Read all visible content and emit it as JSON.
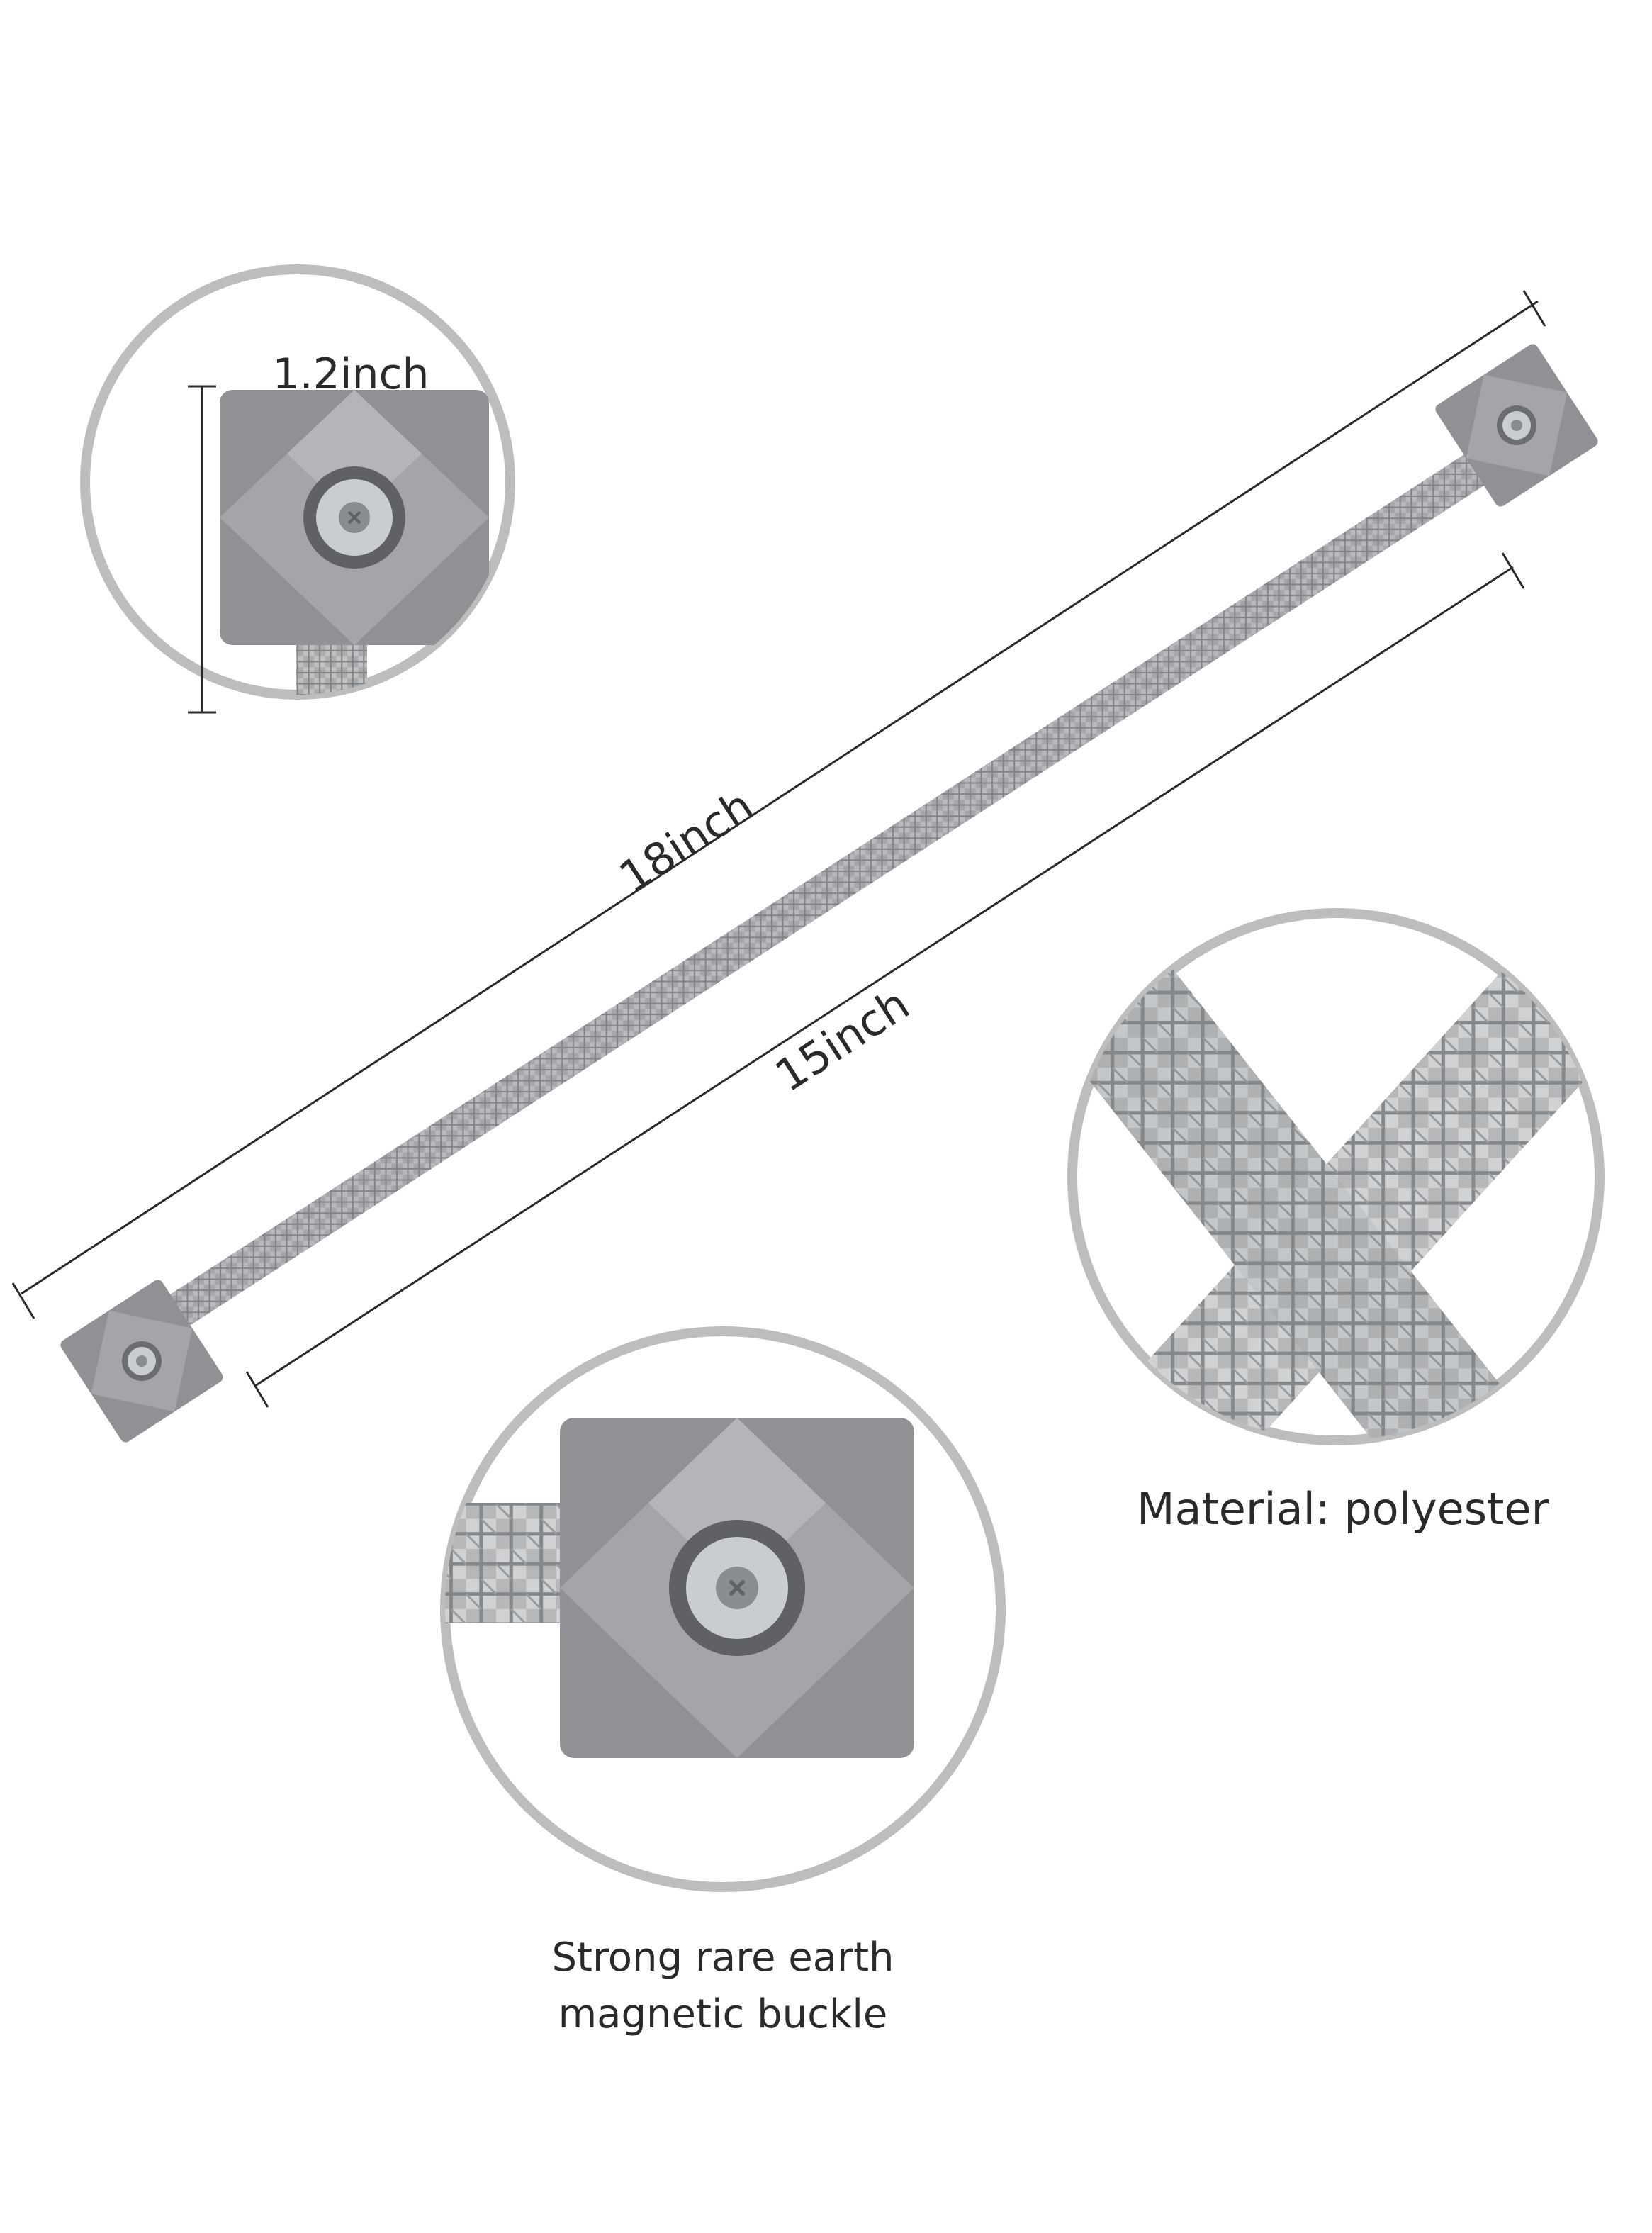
{
  "dimensions": {
    "height_label": "1.2inch",
    "total_length_label": "18inch",
    "rope_length_label": "15inch"
  },
  "captions": {
    "material": "Material: polyester",
    "buckle_line1": "Strong rare earth",
    "buckle_line2": "magnetic buckle"
  },
  "colors": {
    "background": "#ffffff",
    "circle_border": "#bdbdbd",
    "rope": "#a9abad",
    "rope_dark": "#7f8285",
    "magnet": "#8f9194",
    "magnet_light": "#a3a5a8",
    "screw": "#c9ccd0",
    "dimension_line": "#2a2a2a",
    "text": "#2a2a2a"
  }
}
